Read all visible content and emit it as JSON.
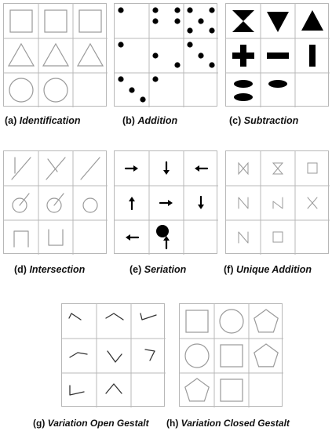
{
  "panels": [
    {
      "id": "a",
      "tag": "(a)",
      "name": "Identification",
      "cells": [
        "square",
        "square",
        "square",
        "triangle",
        "triangle",
        "triangle",
        "circle",
        "circle",
        "empty"
      ]
    },
    {
      "id": "b",
      "tag": "(b)",
      "name": "Addition",
      "cells": [
        "dots1",
        "dots4",
        "dots5",
        "dots1",
        "dots2",
        "dots3",
        "dots3",
        "dots1",
        "empty"
      ]
    },
    {
      "id": "c",
      "tag": "(c)",
      "name": "Subtraction",
      "cells": [
        "hourglass",
        "tri-down",
        "tri-up",
        "plus",
        "minus",
        "bar",
        "ellipse2",
        "ellipse1",
        "empty"
      ]
    },
    {
      "id": "d",
      "tag": "(d)",
      "name": "Intersection",
      "cells": [
        "slash-tick",
        "slash-x",
        "slash",
        "circle-slash",
        "circle-slash",
        "circle-small",
        "u-open-down",
        "u-open-up",
        "empty"
      ]
    },
    {
      "id": "e",
      "tag": "(e)",
      "name": "Seriation",
      "cells": [
        "arrow-right",
        "arrow-down",
        "arrow-left",
        "arrow-up",
        "arrow-right",
        "arrow-down",
        "arrow-left",
        "arrow-up-dot",
        "empty"
      ]
    },
    {
      "id": "f",
      "tag": "(f)",
      "name": "Unique Addition",
      "cells": [
        "bowtie-h",
        "hourglass-o",
        "small-square",
        "n-shape",
        "n-shape-tick",
        "x-small",
        "n-shape",
        "small-square",
        "empty"
      ]
    },
    {
      "id": "g",
      "tag": "(g)",
      "name": "Variation Open Gestalt",
      "cells": [
        "angle1",
        "angle2",
        "angle3",
        "angle4",
        "angle5",
        "angle6",
        "angle7",
        "angle8",
        "empty"
      ]
    },
    {
      "id": "h",
      "tag": "(h)",
      "name": "Variation Closed Gestalt",
      "cells": [
        "square",
        "circle",
        "pentagon",
        "circle",
        "square",
        "pentagon",
        "pentagon",
        "square",
        "empty"
      ]
    }
  ]
}
